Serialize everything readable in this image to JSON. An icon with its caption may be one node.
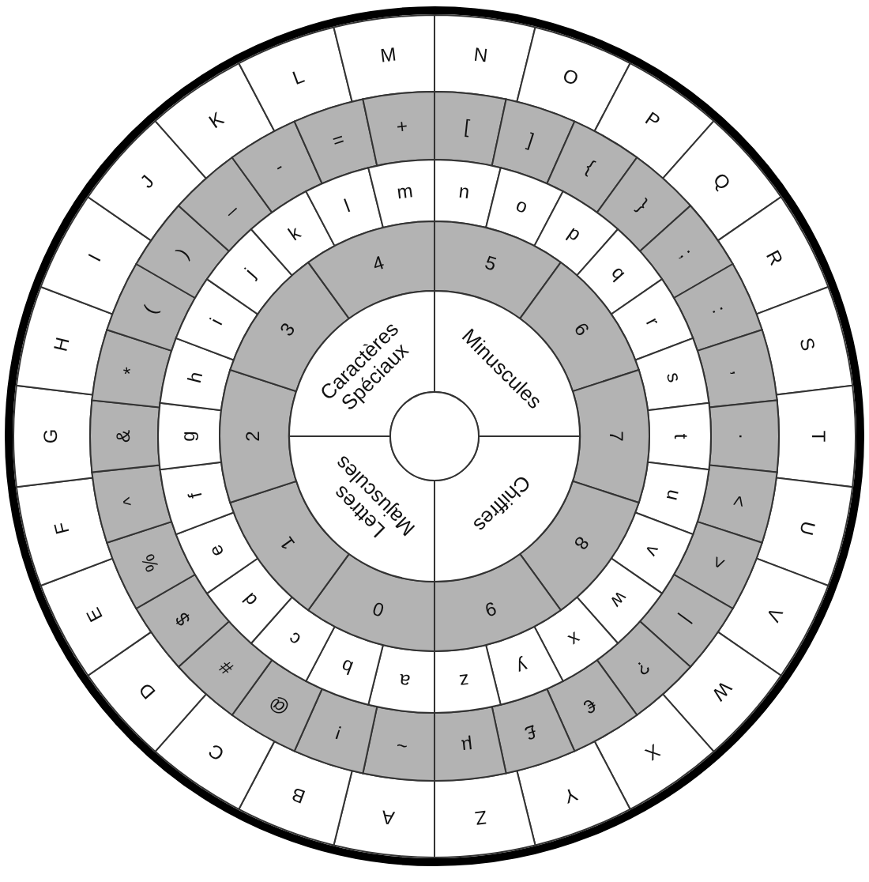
{
  "diagram": {
    "nodes": [
      {
        "text": [
          "A"
        ]
      },
      {
        "text": [
          "B"
        ]
      },
      {
        "text": [
          "C"
        ]
      },
      {
        "text": [
          "D"
        ]
      },
      {
        "text": [
          "E"
        ]
      },
      {
        "text": [
          "F"
        ]
      },
      {
        "text": [
          "G"
        ]
      },
      {
        "text": [
          "H"
        ]
      },
      {
        "text": [
          "I"
        ]
      },
      {
        "text": [
          "J"
        ]
      },
      {
        "text": [
          "K"
        ]
      },
      {
        "text": [
          "L"
        ]
      },
      {
        "text": [
          "M"
        ]
      },
      {
        "text": [
          "N"
        ]
      },
      {
        "text": [
          "O"
        ]
      },
      {
        "text": [
          "P"
        ]
      },
      {
        "text": [
          "Q"
        ]
      },
      {
        "text": [
          "R"
        ]
      },
      {
        "text": [
          "S"
        ]
      },
      {
        "text": [
          "T"
        ]
      },
      {
        "text": [
          "U"
        ]
      },
      {
        "text": [
          "V"
        ]
      },
      {
        "text": [
          "W"
        ]
      },
      {
        "text": [
          "X"
        ]
      },
      {
        "text": [
          "Y"
        ]
      },
      {
        "text": [
          "Z"
        ]
      },
      {
        "text": [
          "~"
        ]
      },
      {
        "text": [
          "!"
        ]
      },
      {
        "text": [
          "@"
        ]
      },
      {
        "text": [
          "#"
        ]
      },
      {
        "text": [
          "$"
        ]
      },
      {
        "text": [
          "%"
        ]
      },
      {
        "text": [
          "^"
        ]
      },
      {
        "text": [
          "&"
        ]
      },
      {
        "text": [
          "*"
        ]
      },
      {
        "text": [
          "("
        ]
      },
      {
        "text": [
          ")"
        ]
      },
      {
        "text": [
          "_"
        ]
      },
      {
        "text": [
          "-"
        ]
      },
      {
        "text": [
          "="
        ]
      },
      {
        "text": [
          "+"
        ]
      },
      {
        "text": [
          "["
        ]
      },
      {
        "text": [
          "]"
        ]
      },
      {
        "text": [
          "{"
        ]
      },
      {
        "text": [
          "}"
        ]
      },
      {
        "text": [
          ";"
        ]
      },
      {
        "text": [
          ":"
        ]
      },
      {
        "text": [
          ","
        ]
      },
      {
        "text": [
          "."
        ]
      },
      {
        "text": [
          "<"
        ]
      },
      {
        "text": [
          ">"
        ]
      },
      {
        "text": [
          "|"
        ]
      },
      {
        "text": [
          "?"
        ]
      },
      {
        "text": [
          "€"
        ]
      },
      {
        "text": [
          "£"
        ]
      },
      {
        "text": [
          "µ"
        ]
      },
      {
        "text": [
          "a"
        ]
      },
      {
        "text": [
          "b"
        ]
      },
      {
        "text": [
          "c"
        ]
      },
      {
        "text": [
          "d"
        ]
      },
      {
        "text": [
          "e"
        ]
      },
      {
        "text": [
          "f"
        ]
      },
      {
        "text": [
          "g"
        ]
      },
      {
        "text": [
          "h"
        ]
      },
      {
        "text": [
          "i"
        ]
      },
      {
        "text": [
          "j"
        ]
      },
      {
        "text": [
          "k"
        ]
      },
      {
        "text": [
          "l"
        ]
      },
      {
        "text": [
          "m"
        ]
      },
      {
        "text": [
          "n"
        ]
      },
      {
        "text": [
          "o"
        ]
      },
      {
        "text": [
          "p"
        ]
      },
      {
        "text": [
          "q"
        ]
      },
      {
        "text": [
          "r"
        ]
      },
      {
        "text": [
          "s"
        ]
      },
      {
        "text": [
          "t"
        ]
      },
      {
        "text": [
          "u"
        ]
      },
      {
        "text": [
          "v"
        ]
      },
      {
        "text": [
          "w"
        ]
      },
      {
        "text": [
          "x"
        ]
      },
      {
        "text": [
          "y"
        ]
      },
      {
        "text": [
          "z"
        ]
      },
      {
        "text": [
          "0"
        ]
      },
      {
        "text": [
          "1"
        ]
      },
      {
        "text": [
          "2"
        ]
      },
      {
        "text": [
          "3"
        ]
      },
      {
        "text": [
          "4"
        ]
      },
      {
        "text": [
          "5"
        ]
      },
      {
        "text": [
          "6"
        ]
      },
      {
        "text": [
          "7"
        ]
      },
      {
        "text": [
          "8"
        ]
      },
      {
        "text": [
          "9"
        ]
      },
      {
        "text": [
          "Caractères Spéciaux"
        ]
      },
      {
        "text": [
          "Minuscules"
        ]
      },
      {
        "text": [
          "Lettres Majuscules"
        ]
      },
      {
        "text": [
          "Chiffres"
        ]
      },
      {
        "text": [],
        "shape": "circle"
      }
    ]
  }
}
